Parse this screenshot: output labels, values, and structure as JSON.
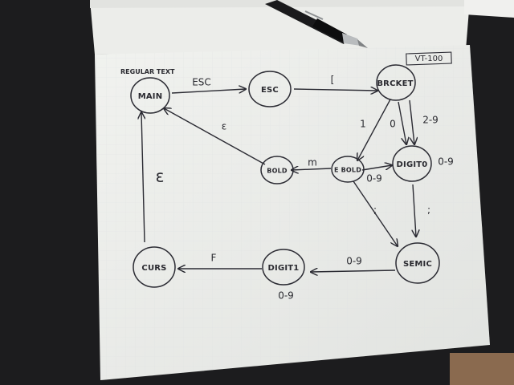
{
  "page": {
    "title": "VT-100",
    "caption": "REGULAR TEXT"
  },
  "nodes": {
    "main": "MAIN",
    "esc": "ESC",
    "bracket": "BRCKET",
    "digit0": "DIGIT0",
    "bold_e": "E BOLD",
    "bold": "BOLD",
    "semic": "SEMIC",
    "digit1": "DIGIT1",
    "curs": "CURS"
  },
  "edges": {
    "main_esc": "ESC",
    "esc_bracket": "[",
    "bracket_bold_e": "1",
    "bracket_digit0_zero": "0",
    "bracket_digit0_range": "2-9",
    "bold_e_bold": "m",
    "bold_e_digit0": "0-9",
    "bold_main": "ε",
    "bold_e_semic": ";",
    "digit0_semic": ";",
    "digit0_loop": "0-9",
    "semic_digit1": "0-9",
    "digit1_loop": "0-9",
    "digit1_curs": "F",
    "curs_main": "ε"
  }
}
